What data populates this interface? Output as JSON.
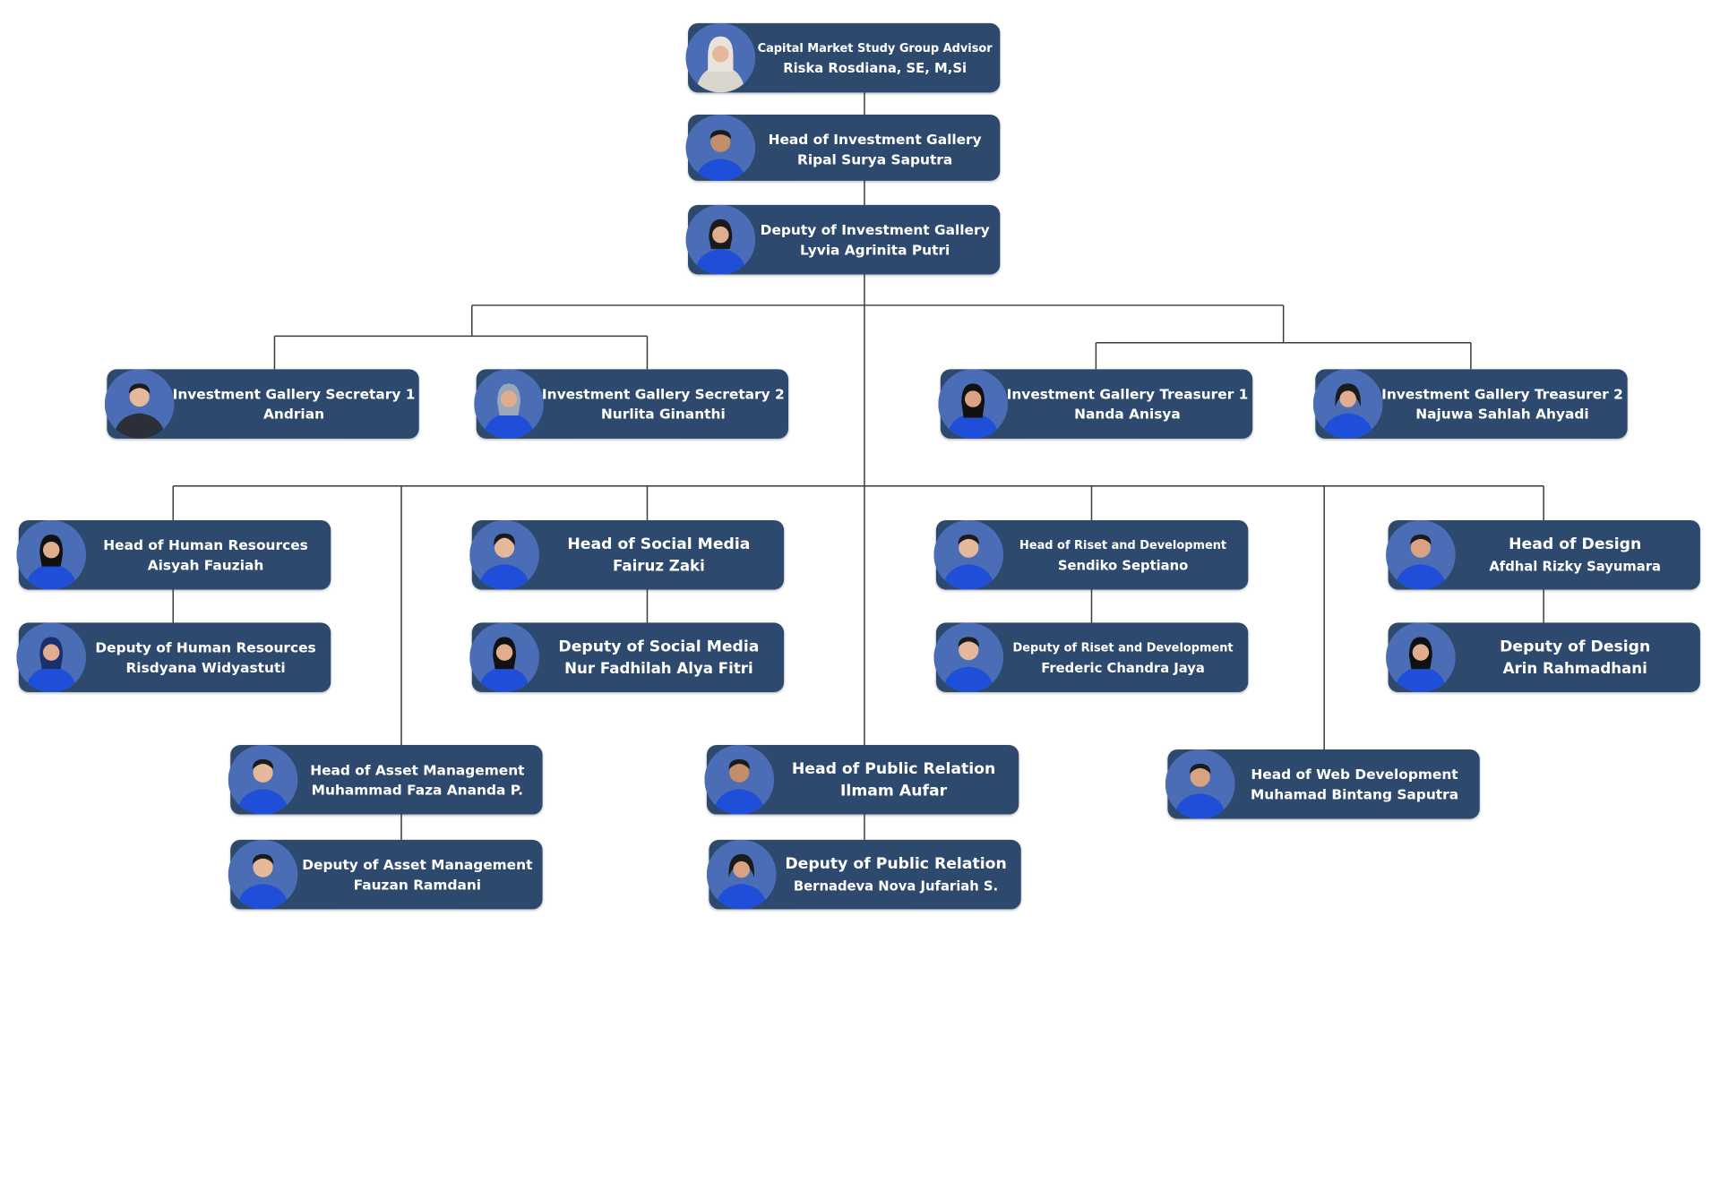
{
  "nodes": {
    "advisor": {
      "role": "Capital Market Study Group Advisor",
      "name": "Riska Rosdiana, SE, M,Si"
    },
    "head": {
      "role": "Head of Investment Gallery",
      "name": "Ripal Surya Saputra"
    },
    "deputy": {
      "role": "Deputy of Investment Gallery",
      "name": "Lyvia Agrinita Putri"
    },
    "secretary1": {
      "role": "Investment Gallery Secretary 1",
      "name": "Andrian"
    },
    "secretary2": {
      "role": "Investment Gallery Secretary 2",
      "name": "Nurlita Ginanthi"
    },
    "treasurer1": {
      "role": "Investment Gallery Treasurer 1",
      "name": "Nanda Anisya"
    },
    "treasurer2": {
      "role": "Investment Gallery Treasurer 2",
      "name": "Najuwa Sahlah Ahyadi"
    },
    "head_hr": {
      "role": "Head of Human Resources",
      "name": "Aisyah Fauziah"
    },
    "deputy_hr": {
      "role": "Deputy of Human Resources",
      "name": "Risdyana Widyastuti"
    },
    "head_social": {
      "role": "Head of Social Media",
      "name": "Fairuz Zaki"
    },
    "deputy_social": {
      "role": "Deputy of Social Media",
      "name": "Nur Fadhilah Alya Fitri"
    },
    "head_rnd": {
      "role": "Head of Riset and Development",
      "name": "Sendiko Septiano"
    },
    "deputy_rnd": {
      "role": "Deputy of Riset and Development",
      "name": "Frederic Chandra Jaya"
    },
    "head_design": {
      "role": "Head of Design",
      "name": "Afdhal Rizky Sayumara"
    },
    "deputy_design": {
      "role": "Deputy of Design",
      "name": "Arin Rahmadhani"
    },
    "head_asset": {
      "role": "Head of Asset Management",
      "name": "Muhammad Faza Ananda P."
    },
    "deputy_asset": {
      "role": "Deputy of Asset Management",
      "name": "Fauzan Ramdani"
    },
    "head_pr": {
      "role": "Head of Public Relation",
      "name": "Ilmam Aufar"
    },
    "deputy_pr": {
      "role": "Deputy of Public Relation",
      "name": "Bernadeva Nova Jufariah S."
    },
    "head_web": {
      "role": "Head of Web Development",
      "name": "Muhamad Bintang Saputra"
    }
  },
  "colors": {
    "node_fill": "#2d4a6e",
    "connector": "#3a3a3a",
    "avatar_bg": "#4a6db5",
    "uniform": "#1f4fd8"
  }
}
